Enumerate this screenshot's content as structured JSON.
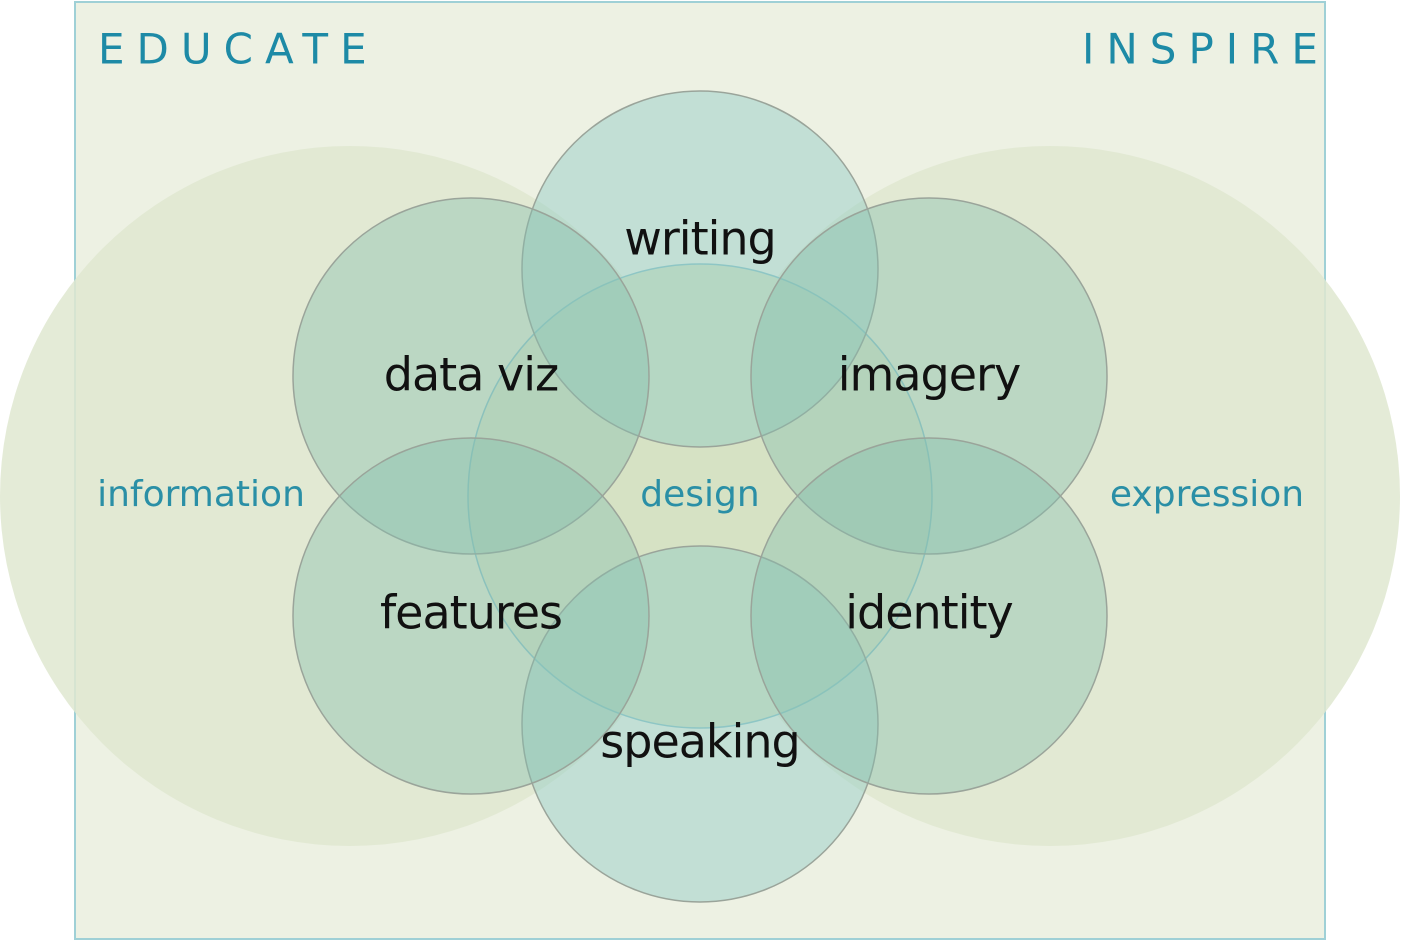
{
  "corners": {
    "left": "EDUCATE",
    "right": "INSPIRE"
  },
  "domains": {
    "left": "information",
    "center": "design",
    "right": "expression"
  },
  "skills": {
    "top": "writing",
    "upper_left": "data viz",
    "upper_right": "imagery",
    "lower_left": "features",
    "lower_right": "identity",
    "bottom": "speaking"
  },
  "colors": {
    "frame_fill": "#edf1e3",
    "frame_stroke": "#9fd0d6",
    "large_ellipse": "#dfe7d0",
    "center_circle": "#b3d5c8",
    "skill_circle": "#a8cfc4",
    "vertical_circle": "#a6d4d0",
    "accent_text": "#1d8aa6"
  }
}
